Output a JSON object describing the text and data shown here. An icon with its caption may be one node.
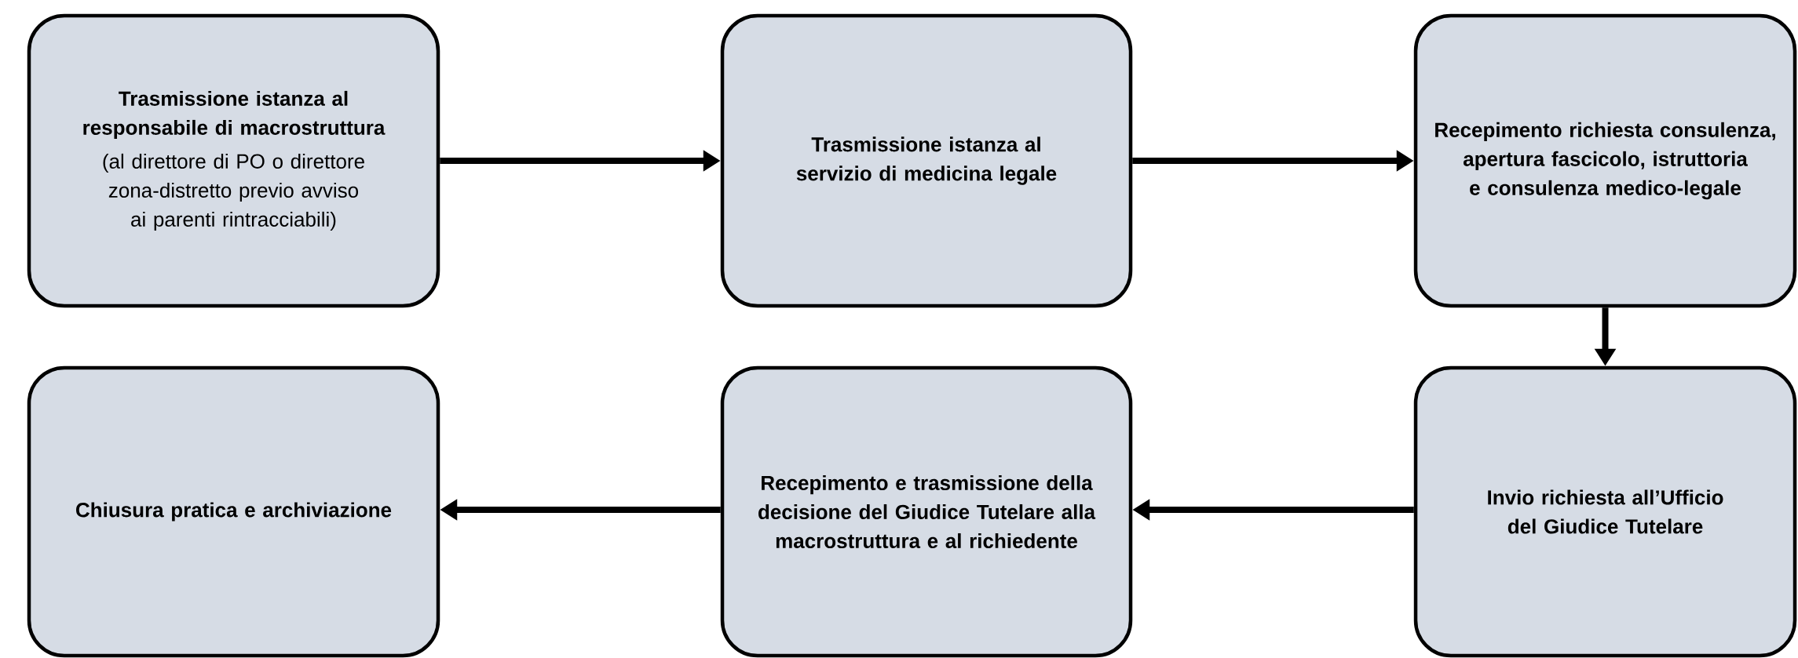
{
  "diagram": {
    "nodes": [
      {
        "text": [
          "Trasmissione istanza al responsabile di macrostruttura",
          "(al direttore di PO o direttore zona-distretto previo avviso ai parenti rintracciabili)"
        ]
      },
      {
        "text": [
          "Trasmissione istanza al servizio di medicina legale"
        ]
      },
      {
        "text": [
          "Recepimento richiesta consulenza, apertura fascicolo, istruttoria e consulenza medico-legale"
        ]
      },
      {
        "text": [
          "Chiusura pratica e archiviazione"
        ]
      },
      {
        "text": [
          "Recepimento e trasmissione della decisione del Giudice Tutelare alla macrostruttura e al richiedente"
        ]
      },
      {
        "text": [
          "Invio richiesta all’Ufficio del Giudice Tutelare"
        ]
      }
    ],
    "edges": [
      {
        "from": 0,
        "to": 1,
        "arrow": "to"
      },
      {
        "from": 1,
        "to": 2,
        "arrow": "to"
      },
      {
        "from": 2,
        "to": 5,
        "arrow": "to"
      },
      {
        "from": 5,
        "to": 4,
        "arrow": "to"
      },
      {
        "from": 4,
        "to": 3,
        "arrow": "to"
      }
    ]
  }
}
